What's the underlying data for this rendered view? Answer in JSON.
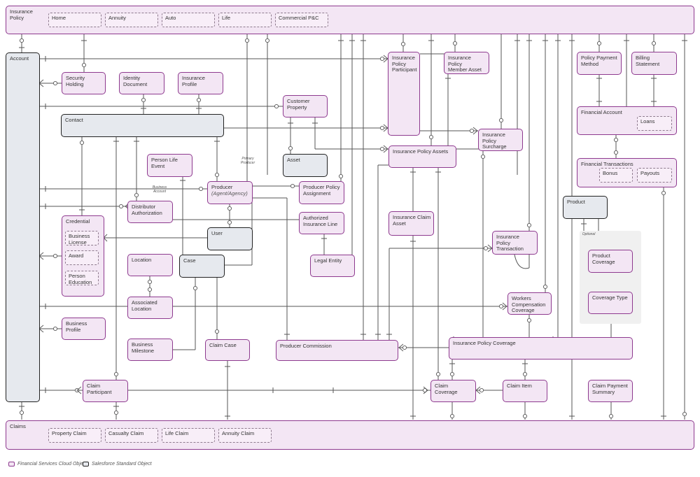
{
  "entities": {
    "insurance_policy": "Insurance Policy",
    "account": "Account",
    "claims": "Claims",
    "security_holding": "Security Holding",
    "identity_document": "Identity Document",
    "insurance_profile": "Insurance Profile",
    "customer_property": "Customer Property",
    "contact": "Contact",
    "insurance_policy_participant": "Insurance Policy Participant",
    "insurance_policy_member_asset": "Insurance Policy Member Asset",
    "policy_payment_method": "Policy Payment Method",
    "billing_statement": "Billing Statement",
    "financial_account": "Financial Account",
    "financial_transactions": "Financial Transactions",
    "insurance_policy_surcharge": "Insurance Policy Surcharge",
    "insurance_policy_assets": "Insurance Policy Assets",
    "asset": "Asset",
    "person_life_event": "Person Life Event",
    "producer": "Producer",
    "producer_sub": "(Agent/Agency)",
    "producer_policy_assignment": "Producer Policy Assignment",
    "distributor_authorization": "Distributor Authorization",
    "authorized_insurance_line": "Authorized Insurance Line",
    "user": "User",
    "credential": "Credential",
    "product": "Product",
    "insurance_claim_asset": "Insurance Claim Asset",
    "insurance_policy_transaction": "Insurance Policy Transaction",
    "location": "Location",
    "case": "Case",
    "legal_entity": "Legal Entity",
    "product_coverage": "Product Coverage",
    "coverage_type": "Coverage Type",
    "associated_location": "Associated Location",
    "workers_compensation_coverage_class": "Workers Compensation Coverage Class",
    "business_profile": "Business Profile",
    "business_milestone": "Business Milestone",
    "claim_case": "Claim Case",
    "producer_commission": "Producer Commission",
    "insurance_policy_coverage": "Insurance Policy Coverage",
    "claim_participant": "Claim Participant",
    "claim_coverage": "Claim Coverage",
    "claim_item": "Claim Item",
    "claim_payment_summary": "Claim Payment Summary"
  },
  "policy_subtypes": [
    "Home",
    "Annuity",
    "Auto",
    "Life",
    "Commercial P&C"
  ],
  "claim_subtypes": [
    "Property Claim",
    "Casualty Claim",
    "Life Claim",
    "Annuity Claim"
  ],
  "credential_subtypes": [
    "Business License",
    "Award",
    "Person Education"
  ],
  "financial_account_subtypes": [
    "Loans"
  ],
  "financial_transaction_subtypes": [
    "Bonus",
    "Payouts"
  ],
  "annotations": {
    "primary_producer": "Primary Producer",
    "business_account": "Business Account",
    "optional": "Optional"
  },
  "legend": {
    "fsc": "Financial Services Cloud Object",
    "std": "Salesforce Standard Object"
  },
  "colors": {
    "fsc_fill": "#f3e6f4",
    "fsc_border": "#8e3a8f",
    "std_fill": "#e6e9ee",
    "std_border": "#222222",
    "line": "#555555"
  }
}
